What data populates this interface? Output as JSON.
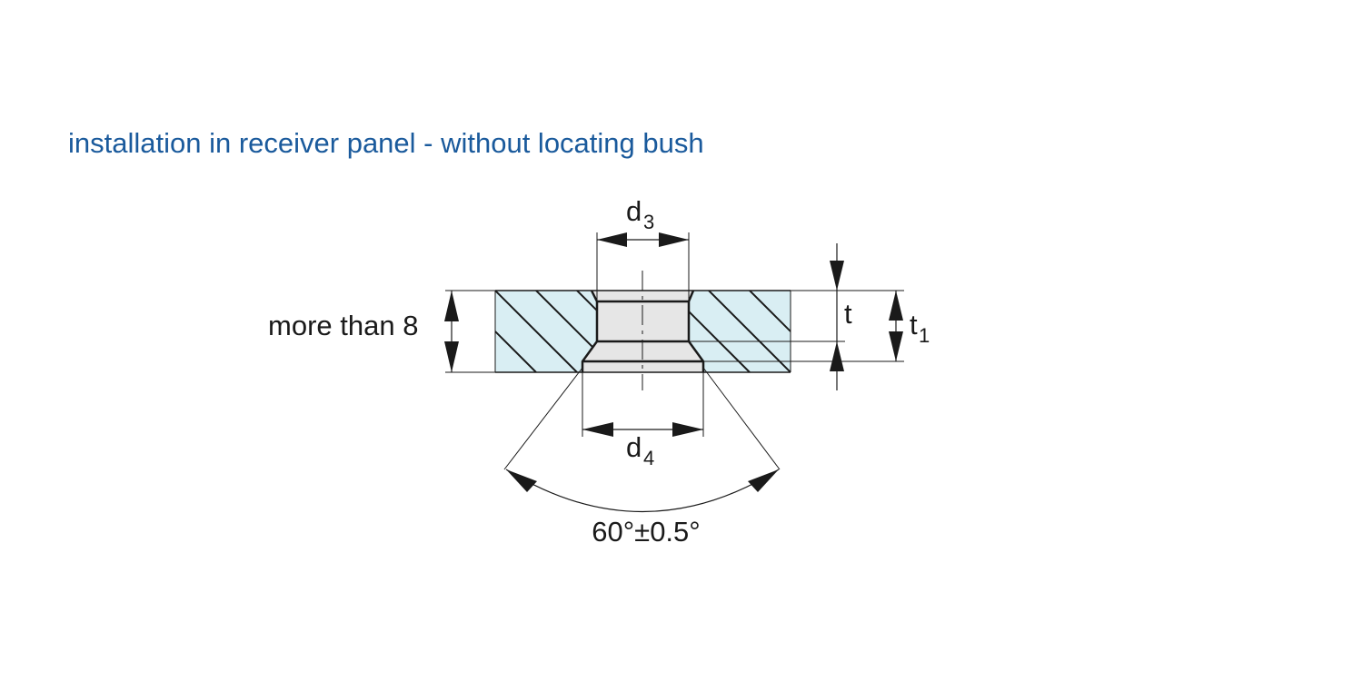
{
  "title": "installation in receiver panel - without locating bush",
  "labels": {
    "panel_thickness": "more than 8",
    "d3_main": "d",
    "d3_sub": "3",
    "d4_main": "d",
    "d4_sub": "4",
    "t": "t",
    "t1_main": "t",
    "t1_sub": "1",
    "angle": "60°±0.5°"
  },
  "colors": {
    "title": "#1a5a9c",
    "panel_fill": "#d9eef3",
    "hole_fill": "#e6e6e6",
    "line": "#1a1a1a"
  }
}
